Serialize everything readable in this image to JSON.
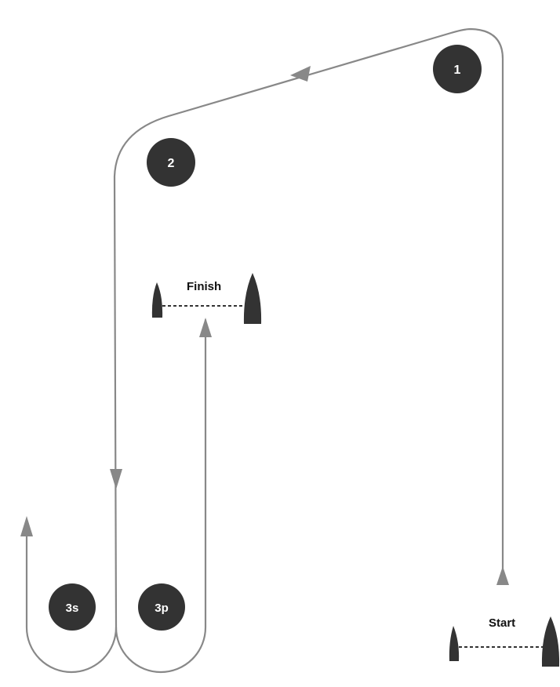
{
  "marks": {
    "mark_1": "1",
    "mark_2": "2",
    "mark_3s": "3s",
    "mark_3p": "3p"
  },
  "lines": {
    "finish_label": "Finish",
    "start_label": "Start"
  },
  "colors": {
    "route": "#888888",
    "mark_fill": "#333333",
    "mark_text": "#ffffff",
    "background": "#ffffff"
  }
}
